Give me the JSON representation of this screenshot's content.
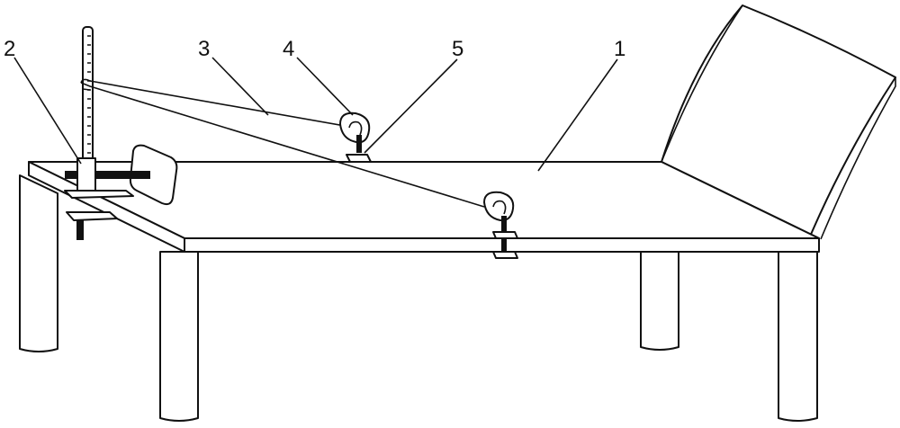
{
  "figure": {
    "labels": {
      "table": "1",
      "pole_clamp": "2",
      "rope": "3",
      "clamp_upper": "4",
      "clamp_lower": "5"
    }
  }
}
